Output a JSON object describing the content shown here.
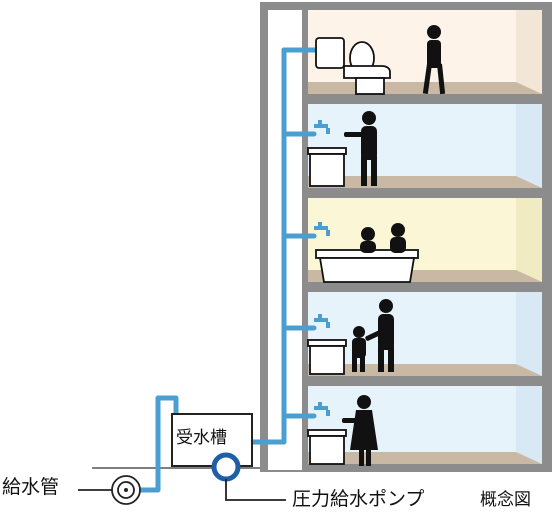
{
  "labels": {
    "supply_pipe": "給水管",
    "receiving_tank": "受水槽",
    "pressure_pump": "圧力給水ポンプ",
    "concept": "概念図"
  },
  "colors": {
    "pipe": "#4a9fd0",
    "building_frame": "#8c8c8c",
    "floor_slab": "#c9b9a4",
    "room_top_floor": "#fdf3e9",
    "room_middle_floor": "#fbf6d6",
    "room_default": "#e7f3fb",
    "silhouette": "#111111",
    "pump_ring": "#1f5fa6"
  },
  "floors": [
    {
      "room": "toilet",
      "people": 1
    },
    {
      "room": "kitchen-sink",
      "people": 1
    },
    {
      "room": "bathtub",
      "people": 2
    },
    {
      "room": "wash-basin",
      "people": 2
    },
    {
      "room": "wash-basin",
      "people": 1
    }
  ]
}
